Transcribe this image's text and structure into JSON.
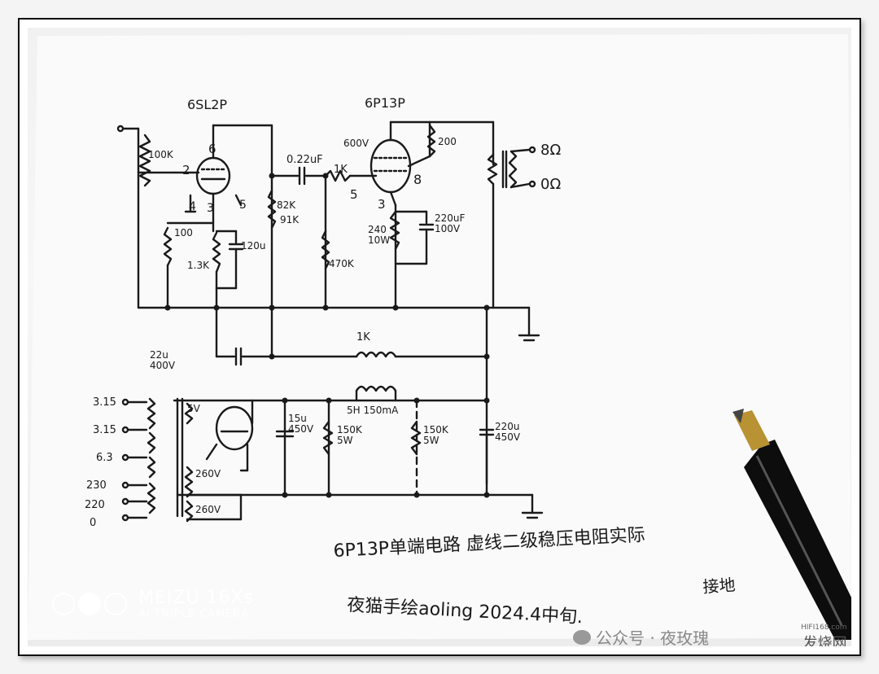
{
  "schematic": {
    "tube1": "6SL2P",
    "tube2": "6P13P",
    "input_pot": "100K",
    "coupling_cap": "0.22uF",
    "coupling_cap_voltage": "600V",
    "grid_stopper": "1K",
    "plate_res": "82K",
    "plate_res2": "91K",
    "cathode_res1": "100",
    "cathode_res2": "1.3K",
    "cathode_cap": "120u",
    "screen_res": "200",
    "grid_leak": "470K",
    "cathode_res_out": "240\n10W",
    "cathode_cap_out": "220uF\n100V",
    "out_8": "8Ω",
    "out_0": "0Ω",
    "decoupling": "22u\n400V",
    "choke1": "1K",
    "choke2": "5H 150mA",
    "filter_cap1": "15u\n450V",
    "bleeder1": "150K\n5W",
    "bleeder2": "150K\n5W",
    "filter_cap2": "220u\n450V",
    "rect_heater": "5V",
    "secondary1": "260V",
    "secondary2": "260V",
    "pins_6": "6",
    "pins_2": "2",
    "pins_4": "4",
    "pins_3": "3",
    "pins_5": "5",
    "pins_8": "8",
    "pins_5b": "5",
    "pins_3b": "3",
    "taps": [
      "3.15",
      "3.15",
      "6.3",
      "230",
      "220",
      "0"
    ]
  },
  "handwritten_note_line1": "6P13P单端电路  虚线二级稳压电阻实际",
  "handwritten_note_line2": "接地",
  "handwritten_note_line3": "夜猫手绘aoling 2024.4中旬.",
  "camera": {
    "brand": "MEIZU 16Xs",
    "sub": "AI TRIPLE CAMERA"
  },
  "watermark": {
    "wechat": "公众号 · 夜玫瑰",
    "site": "HIFI168.com",
    "site_cn": "发烧网"
  }
}
